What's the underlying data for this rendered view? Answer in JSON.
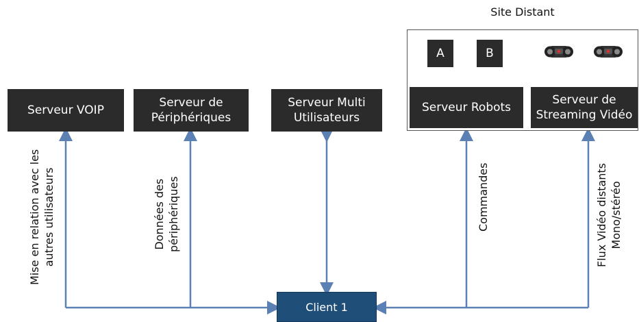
{
  "diagram": {
    "site_title": "Site Distant",
    "servers": {
      "voip": [
        "Serveur VOIP"
      ],
      "peripheriques": [
        "Serveur de",
        "Périphériques"
      ],
      "multi": [
        "Serveur Multi",
        "Utilisateurs"
      ],
      "robots": [
        "Serveur Robots"
      ],
      "streaming": [
        "Serveur de",
        "Streaming Vidéo"
      ]
    },
    "robot_a": "A",
    "robot_b": "B",
    "client": "Client 1",
    "labels": {
      "voip": [
        "Mise en relation avec les",
        "autres utilisateurs"
      ],
      "peripheriques": [
        "Données des",
        "périphériques"
      ],
      "commandes": [
        "Commandes"
      ],
      "flux": [
        "Flux Vidéo distants",
        "Mono/stéréo"
      ]
    },
    "colors": {
      "box": "#2b2b2b",
      "client": "#1f4e79",
      "connector": "#5b80b4"
    },
    "icons": [
      "camera-icon",
      "camera-icon"
    ]
  }
}
